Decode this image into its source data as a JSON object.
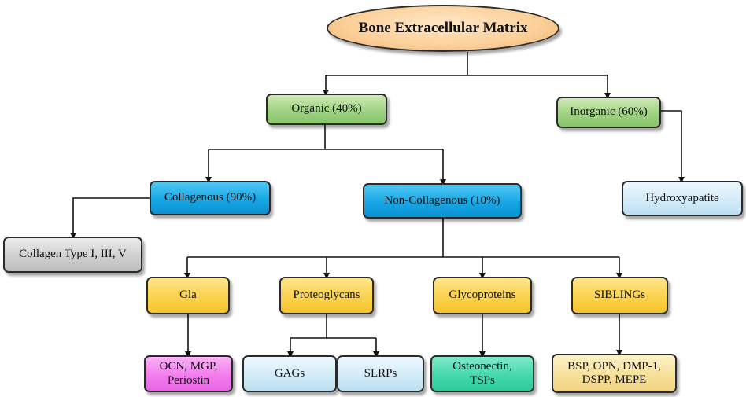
{
  "diagram": {
    "root": "Bone Extracellular Matrix",
    "organic": "Organic (40%)",
    "inorganic": "Inorganic (60%)",
    "collagenous": "Collagenous (90%)",
    "non_collagenous": "Non-Collagenous (10%)",
    "hydroxyapatite": "Hydroxyapatite",
    "collagen_types": "Collagen Type I, III, V",
    "gla": "Gla",
    "proteoglycans": "Proteoglycans",
    "glycoproteins": "Glycoproteins",
    "siblings": "SIBLINGs",
    "gla_members": [
      "OCN, MGP,",
      "Periostin"
    ],
    "gags": "GAGs",
    "slrps": "SLRPs",
    "glyco_members": [
      "Osteonectin,",
      "TSPs"
    ],
    "sibling_members": [
      "BSP, OPN, DMP-1,",
      "DSPP, MEPE"
    ]
  }
}
